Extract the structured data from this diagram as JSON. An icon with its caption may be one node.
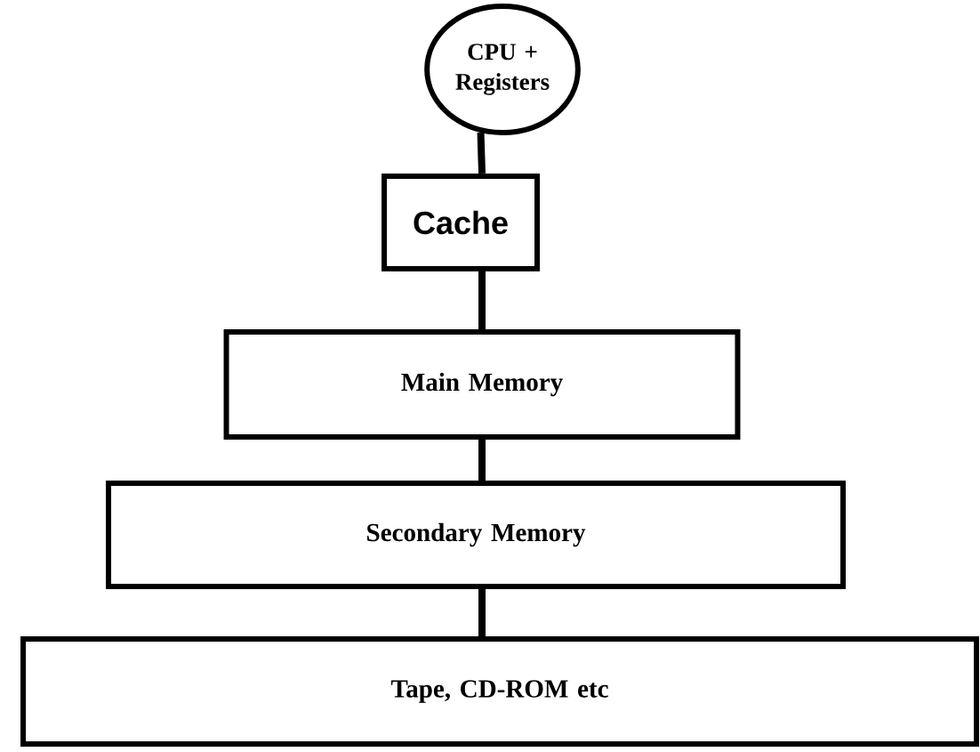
{
  "diagram": {
    "nodes": [
      {
        "text": [
          "CPU + Registers"
        ]
      },
      {
        "text": [
          "Cache"
        ]
      },
      {
        "text": [
          "Main Memory"
        ]
      },
      {
        "text": [
          "Secondary Memory"
        ]
      },
      {
        "text": [
          "Tape, CD-ROM etc"
        ]
      }
    ],
    "edges": [
      {
        "from": 0,
        "to": 1,
        "arrow": "none"
      },
      {
        "from": 1,
        "to": 2,
        "arrow": "none"
      },
      {
        "from": 2,
        "to": 3,
        "arrow": "none"
      },
      {
        "from": 3,
        "to": 4,
        "arrow": "none"
      }
    ]
  }
}
